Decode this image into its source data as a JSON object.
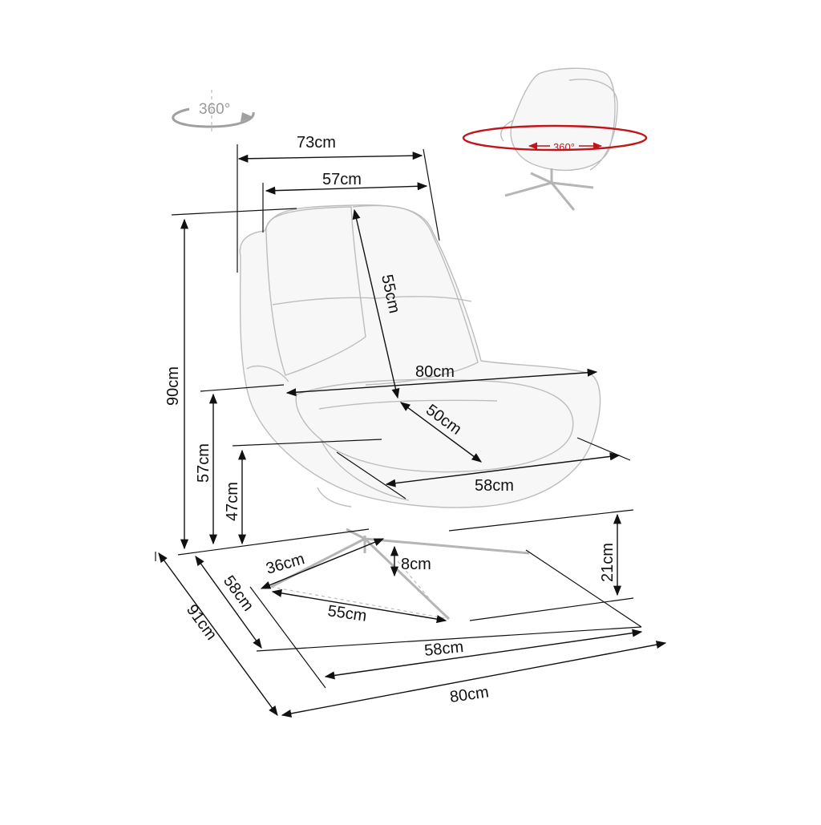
{
  "rotation_icon": {
    "label": "360°",
    "icon": "rotate-360-icon"
  },
  "swivel_preview": {
    "label": "360°",
    "icon": "swivel-chair-icon",
    "accent": "#c0151b"
  },
  "dimensions": {
    "backrest_outer_width": "73cm",
    "backrest_inner_width": "57cm",
    "backrest_height": "55cm",
    "total_height": "90cm",
    "armrest_width": "80cm",
    "seat_depth": "50cm",
    "seat_width": "58cm",
    "armrest_height": "57cm",
    "seat_height": "47cm",
    "base_clearance": "21cm",
    "leg_length": "36cm",
    "base_lift": "8cm",
    "base_diagonal": "55cm",
    "base_depth": "58cm",
    "total_depth": "91cm",
    "base_width": "58cm",
    "total_width": "80cm"
  }
}
